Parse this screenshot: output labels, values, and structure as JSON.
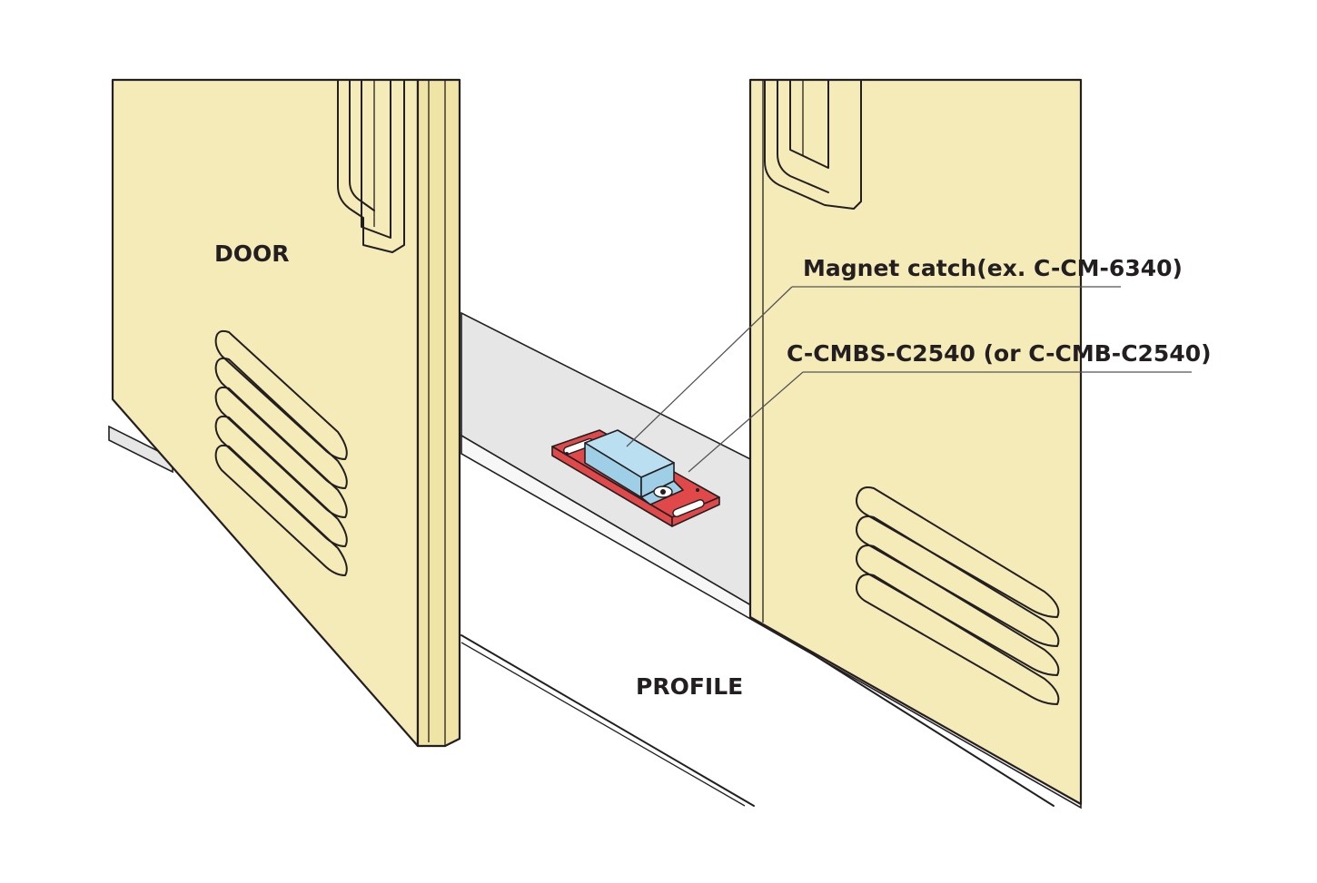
{
  "labels": {
    "door": "DOOR",
    "profile": "PROFILE",
    "magnet_catch_prefix": "Magnet catch(ex. ",
    "magnet_catch_code": "C-CM-6340)",
    "plate_prefix": "C-CMBS-C2540 (or ",
    "plate_code": "C-CMB-C2540)"
  },
  "colors": {
    "door": "#f5ebb8",
    "profile": "#e6e6e6",
    "magnet_base": "#e0484a",
    "magnet_body": "#b9dff0",
    "outline": "#231f20"
  }
}
